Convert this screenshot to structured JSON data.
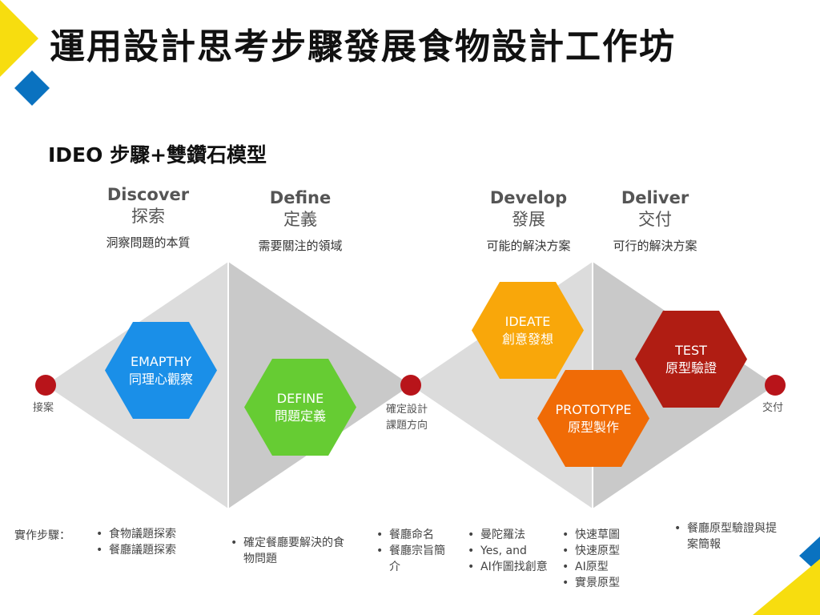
{
  "title": "運用設計思考步驟發展食物設計工作坊",
  "subtitle": "IDEO 步驟+雙鑽石模型",
  "colors": {
    "red": "#b8141a",
    "blue": "#1a8fe8",
    "green": "#66cc33",
    "orange": "#f9a70a",
    "dark_orange": "#f06b06",
    "dark_red": "#b01d13",
    "yellow": "#f7dd0f",
    "dark_blue": "#0a72c0"
  },
  "phases": [
    {
      "en": "Discover",
      "zh": "探索",
      "desc": "洞察問題的本質"
    },
    {
      "en": "Define",
      "zh": "定義",
      "desc": "需要關注的領域"
    },
    {
      "en": "Develop",
      "zh": "發展",
      "desc": "可能的解決方案"
    },
    {
      "en": "Deliver",
      "zh": "交付",
      "desc": "可行的解決方案"
    }
  ],
  "nodes": {
    "start": "接案",
    "middle": [
      "確定設計",
      "課題方向"
    ],
    "end": "交付"
  },
  "hexagons": {
    "empathy": {
      "en": "EMAPTHY",
      "zh": "同理心觀察"
    },
    "define": {
      "en": "DEFINE",
      "zh": "問題定義"
    },
    "ideate": {
      "en": "IDEATE",
      "zh": "創意發想"
    },
    "prototype": {
      "en": "PROTOTYPE",
      "zh": "原型製作"
    },
    "test": {
      "en": "TEST",
      "zh": "原型驗證"
    }
  },
  "steps_label": "實作步驟：",
  "steps": [
    [
      "食物議題探索",
      "餐廳議題探索"
    ],
    [
      "確定餐廳要解決的食物問題"
    ],
    [
      "餐廳命名",
      "餐廳宗旨簡介"
    ],
    [
      "曼陀羅法",
      "Yes, and",
      "AI作圖找創意"
    ],
    [
      "快速草圖",
      "快速原型",
      "AI原型",
      "實景原型"
    ],
    [
      "餐廳原型驗證與提案簡報"
    ]
  ]
}
